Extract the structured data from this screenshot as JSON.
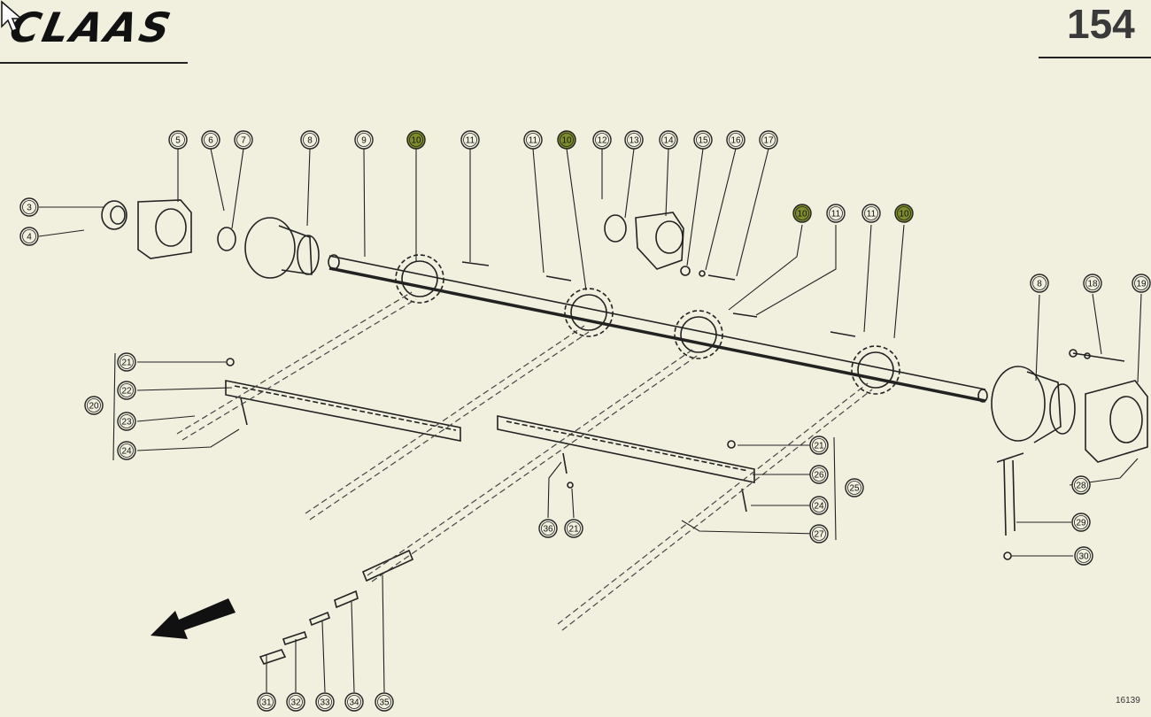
{
  "header": {
    "brand": "CLAAS",
    "page_number": "154"
  },
  "footer": {
    "drawing_number": "16139"
  },
  "colors": {
    "background": "#f1efde",
    "line": "#222222",
    "highlight": "#7f8d2a"
  },
  "callouts": [
    {
      "label": "3",
      "highlighted": false
    },
    {
      "label": "4",
      "highlighted": false
    },
    {
      "label": "5",
      "highlighted": false
    },
    {
      "label": "6",
      "highlighted": false
    },
    {
      "label": "7",
      "highlighted": false
    },
    {
      "label": "8",
      "highlighted": false
    },
    {
      "label": "9",
      "highlighted": false
    },
    {
      "label": "10",
      "highlighted": true
    },
    {
      "label": "11",
      "highlighted": false
    },
    {
      "label": "11",
      "highlighted": false
    },
    {
      "label": "10",
      "highlighted": true
    },
    {
      "label": "12",
      "highlighted": false
    },
    {
      "label": "13",
      "highlighted": false
    },
    {
      "label": "14",
      "highlighted": false
    },
    {
      "label": "15",
      "highlighted": false
    },
    {
      "label": "16",
      "highlighted": false
    },
    {
      "label": "17",
      "highlighted": false
    },
    {
      "label": "10",
      "highlighted": true
    },
    {
      "label": "11",
      "highlighted": false
    },
    {
      "label": "11",
      "highlighted": false
    },
    {
      "label": "10",
      "highlighted": true
    },
    {
      "label": "8",
      "highlighted": false
    },
    {
      "label": "18",
      "highlighted": false
    },
    {
      "label": "19",
      "highlighted": false
    },
    {
      "label": "21",
      "highlighted": false
    },
    {
      "label": "22",
      "highlighted": false
    },
    {
      "label": "20",
      "highlighted": false
    },
    {
      "label": "23",
      "highlighted": false
    },
    {
      "label": "24",
      "highlighted": false
    },
    {
      "label": "21",
      "highlighted": false
    },
    {
      "label": "26",
      "highlighted": false
    },
    {
      "label": "25",
      "highlighted": false
    },
    {
      "label": "24",
      "highlighted": false
    },
    {
      "label": "27",
      "highlighted": false
    },
    {
      "label": "36",
      "highlighted": false
    },
    {
      "label": "21",
      "highlighted": false
    },
    {
      "label": "28",
      "highlighted": false
    },
    {
      "label": "29",
      "highlighted": false
    },
    {
      "label": "30",
      "highlighted": false
    },
    {
      "label": "31",
      "highlighted": false
    },
    {
      "label": "32",
      "highlighted": false
    },
    {
      "label": "33",
      "highlighted": false
    },
    {
      "label": "34",
      "highlighted": false
    },
    {
      "label": "35",
      "highlighted": false
    }
  ]
}
